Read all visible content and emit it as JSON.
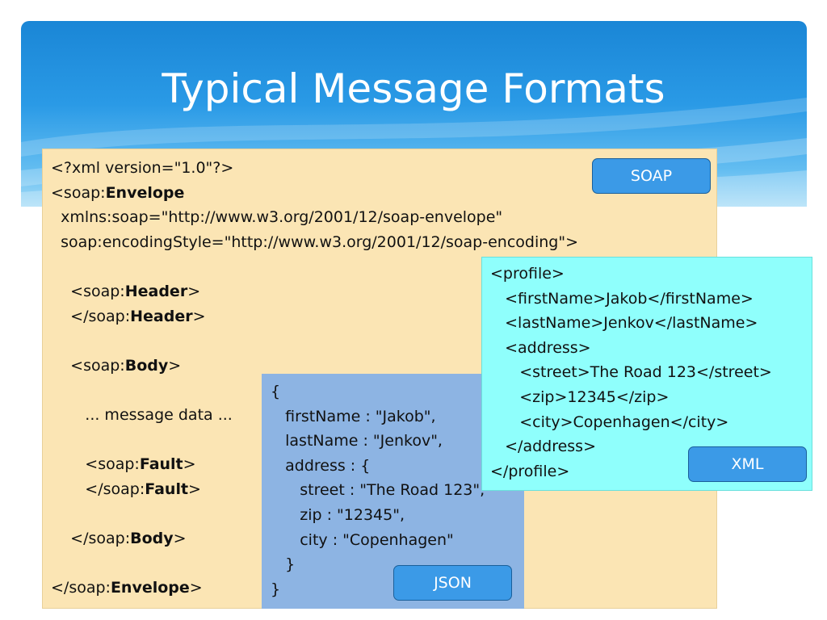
{
  "slide": {
    "title": "Typical Message Formats",
    "colors": {
      "header_top": "#1a86d6",
      "header_bottom": "#a6dcf7",
      "soap_box": "#fbe5b4",
      "json_box": "#8db4e3",
      "xml_box": "#8ffffc",
      "label_button": "#3b9ae7"
    }
  },
  "soap": {
    "label": "SOAP",
    "lines": [
      {
        "before": "<?xml version=\"1.0\"?>",
        "bold": "",
        "after": ""
      },
      {
        "before": "<soap:",
        "bold": "Envelope",
        "after": ""
      },
      {
        "before": "  xmlns:soap=\"http://www.w3.org/2001/12/soap-envelope\"",
        "bold": "",
        "after": ""
      },
      {
        "before": "  soap:encodingStyle=\"http://www.w3.org/2001/12/soap-encoding\">",
        "bold": "",
        "after": ""
      },
      {
        "before": "",
        "bold": "",
        "after": ""
      },
      {
        "before": "    <soap:",
        "bold": "Header",
        "after": ">"
      },
      {
        "before": "    </soap:",
        "bold": "Header",
        "after": ">"
      },
      {
        "before": "",
        "bold": "",
        "after": ""
      },
      {
        "before": "    <soap:",
        "bold": "Body",
        "after": ">"
      },
      {
        "before": "",
        "bold": "",
        "after": ""
      },
      {
        "before": "       ... message data ...",
        "bold": "",
        "after": ""
      },
      {
        "before": "",
        "bold": "",
        "after": ""
      },
      {
        "before": "       <soap:",
        "bold": "Fault",
        "after": ">"
      },
      {
        "before": "       </soap:",
        "bold": "Fault",
        "after": ">"
      },
      {
        "before": "",
        "bold": "",
        "after": ""
      },
      {
        "before": "    </soap:",
        "bold": "Body",
        "after": ">"
      },
      {
        "before": "",
        "bold": "",
        "after": ""
      },
      {
        "before": "</soap:",
        "bold": "Envelope",
        "after": ">"
      }
    ]
  },
  "json": {
    "label": "JSON",
    "lines": [
      "{",
      "   firstName : \"Jakob\",",
      "   lastName : \"Jenkov\",",
      "   address : {",
      "      street : \"The Road 123\",",
      "      zip : \"12345\",",
      "      city : \"Copenhagen\"",
      "   }",
      "}"
    ]
  },
  "xml": {
    "label": "XML",
    "lines": [
      "<profile>",
      "   <firstName>Jakob</firstName>",
      "   <lastName>Jenkov</lastName>",
      "   <address>",
      "      <street>The Road 123</street>",
      "      <zip>12345</zip>",
      "      <city>Copenhagen</city>",
      "   </address>",
      "</profile>"
    ]
  }
}
